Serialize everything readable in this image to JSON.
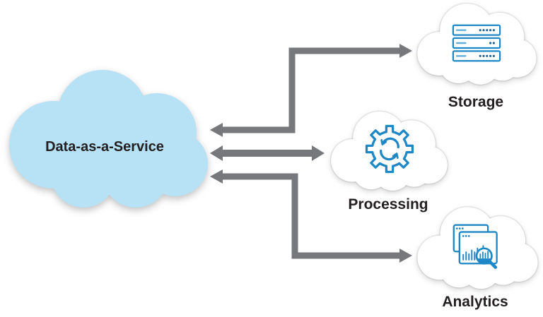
{
  "diagram": {
    "main_cloud": {
      "label": "Data-as-a-Service"
    },
    "nodes": [
      {
        "label": "Storage",
        "icon": "server-stack-icon"
      },
      {
        "label": "Processing",
        "icon": "gear-sync-icon"
      },
      {
        "label": "Analytics",
        "icon": "chart-magnifier-icon"
      }
    ],
    "connections": [
      {
        "from": "Data-as-a-Service",
        "to": "Storage",
        "style": "elbow",
        "bidirectional": true
      },
      {
        "from": "Data-as-a-Service",
        "to": "Processing",
        "style": "straight",
        "bidirectional": true
      },
      {
        "from": "Data-as-a-Service",
        "to": "Analytics",
        "style": "elbow",
        "bidirectional": true
      }
    ],
    "colors": {
      "main_cloud_fill": "#b7e1f4",
      "node_cloud_fill": "#ffffff",
      "arrow": "#77787b",
      "icon_stroke": "#1e87c5",
      "icon_accent_light": "#5fb0dc",
      "icon_accent_dark": "#1a5f93",
      "label_text": "#231f20"
    }
  }
}
